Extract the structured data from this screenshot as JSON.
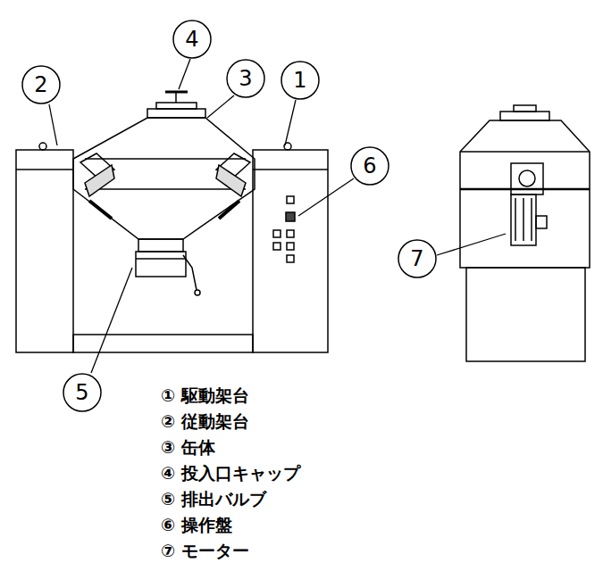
{
  "diagram": {
    "nodes": [
      {
        "text": [
          "4"
        ]
      },
      {
        "text": [
          "2"
        ]
      },
      {
        "text": [
          "3"
        ]
      },
      {
        "text": [
          "1"
        ]
      },
      {
        "text": [
          "6"
        ]
      },
      {
        "text": [
          "7"
        ]
      },
      {
        "text": [
          "5"
        ]
      }
    ],
    "labels": [
      "① 駆動架台",
      "② 従動架台",
      "③ 缶体",
      "④ 投入口キャップ",
      "⑤ 排出バルブ",
      "⑥ 操作盤",
      "⑦ モーター"
    ]
  }
}
